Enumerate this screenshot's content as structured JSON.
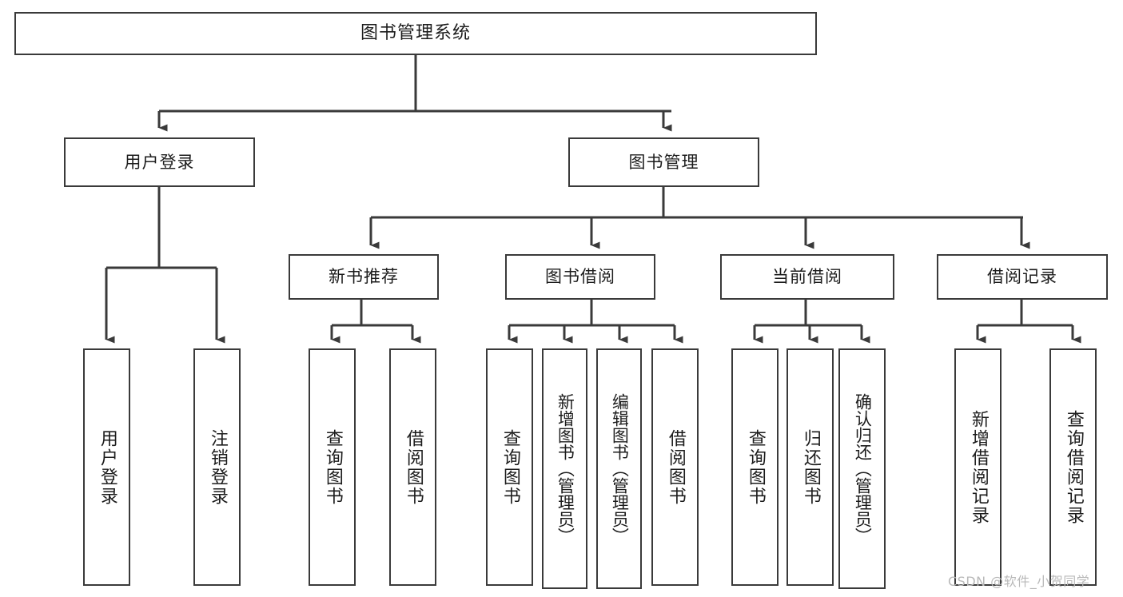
{
  "diagram": {
    "title": "图书管理系统",
    "root": {
      "label": "图书管理系统"
    },
    "level1": [
      {
        "label": "用户登录"
      },
      {
        "label": "图书管理"
      }
    ],
    "level2": [
      {
        "label": "新书推荐"
      },
      {
        "label": "图书借阅"
      },
      {
        "label": "当前借阅"
      },
      {
        "label": "借阅记录"
      }
    ],
    "leaves": {
      "user_login": [
        {
          "label": "用户登录"
        },
        {
          "label": "注销登录"
        }
      ],
      "new_book_recommend": [
        {
          "label": "查询图书"
        },
        {
          "label": "借阅图书"
        }
      ],
      "book_borrow": [
        {
          "label": "查询图书"
        },
        {
          "label": "新增图书（管理员）"
        },
        {
          "label": "编辑图书（管理员）"
        },
        {
          "label": "借阅图书"
        }
      ],
      "current_borrow": [
        {
          "label": "查询图书"
        },
        {
          "label": "归还图书"
        },
        {
          "label": "确认归还（管理员）"
        }
      ],
      "borrow_record": [
        {
          "label": "新增借阅记录"
        },
        {
          "label": "查询借阅记录"
        }
      ]
    }
  },
  "watermark": {
    "text": "CSDN @软件_小贺同学"
  },
  "colors": {
    "stroke": "#3a3a3a",
    "fill": "#ffffff",
    "text": "#1c1c1c",
    "watermark": "#b9b9b9"
  }
}
